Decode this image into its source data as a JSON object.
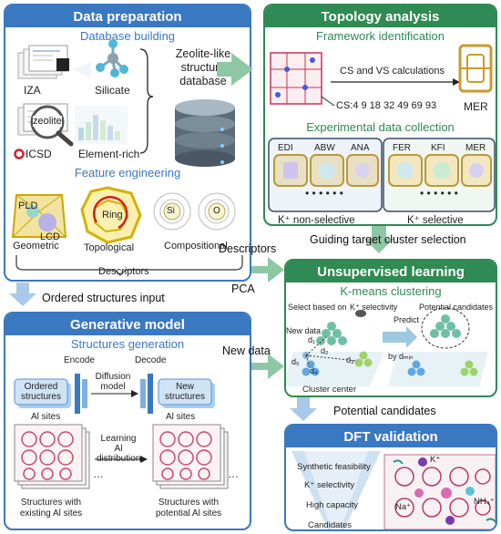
{
  "data_preparation": {
    "title": "Data preparation",
    "database_building": "Database building",
    "sources": [
      "IZA",
      "Silicate",
      "ICSD",
      "Element-rich"
    ],
    "zeolite_badge": "zeolite",
    "database_label": "Zeolite-like structure database",
    "feature_engineering": "Feature engineering",
    "features": [
      "Geometric",
      "Topological",
      "Compositional"
    ],
    "pld": "PLD",
    "lcd": "LCD",
    "ring": "Ring",
    "si": "Si",
    "o": "O",
    "descriptors": "Descriptors"
  },
  "topology_analysis": {
    "title": "Topology analysis",
    "framework_identification": "Framework identification",
    "calc_label": "CS and VS calculations",
    "cs_sequence": "CS:4 9 18 32 49 69 93",
    "framework_code": "MER",
    "experimental_title": "Experimental data collection",
    "nonselective": [
      "EDI",
      "ABW",
      "ANA"
    ],
    "selective": [
      "FER",
      "KFI",
      "MER"
    ],
    "nonselective_label": "K⁺ non-selective",
    "selective_label": "K⁺ selective"
  },
  "flow_labels": {
    "descriptors": "Descriptors",
    "pca": "PCA",
    "guiding": "Guiding target cluster selection",
    "ordered_input": "Ordered structures input",
    "new_data": "New data",
    "potential": "Potential  candidates"
  },
  "unsupervised": {
    "title": "Unsupervised learning",
    "subtitle": "K-means clustering",
    "select_based": "Select based on",
    "k_selectivity": "K⁺ selectivity",
    "potential_candidates": "Potential candidates",
    "new_data": "New data",
    "predict": "Predict",
    "by_dmin": "by dₘᵢₙ",
    "cluster_center": "Cluster center",
    "d_labels": [
      "d₁",
      "d₂",
      "d₃",
      "d₄",
      "d₅"
    ]
  },
  "generative": {
    "title": "Generative model",
    "subtitle": "Structures generation",
    "encode": "Encode",
    "decode": "Decode",
    "diffusion": "Diffusion model",
    "ordered": "Ordered structures",
    "new": "New structures",
    "al_sites": "Al sites",
    "learning": "Learning Al distribution",
    "existing": "Structures with existing Al sites",
    "potential": "Structures with potential Al sites"
  },
  "dft": {
    "title": "DFT validation",
    "funnel": [
      "Synthetic feasibility",
      "K⁺ selectivity",
      "High capacity",
      "Candidates"
    ],
    "ions": [
      "K⁺",
      "Na⁺",
      "NH₄⁺"
    ]
  },
  "colors": {
    "blue": "#3a78c2",
    "green": "#2f8a53",
    "light_blue": "#e9f1fa",
    "light_green": "#eaf5ee"
  }
}
